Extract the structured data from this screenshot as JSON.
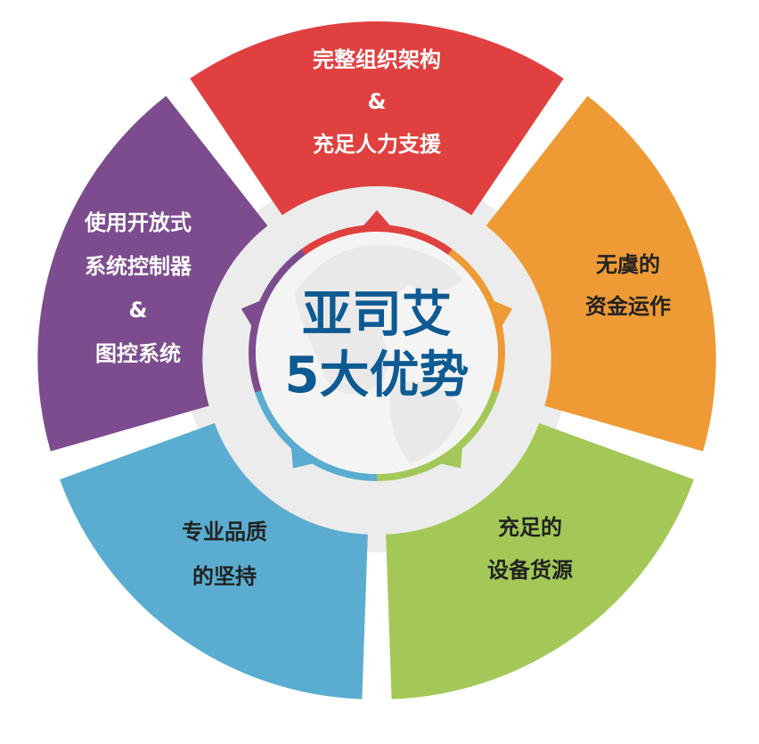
{
  "center": {
    "line1": "亚司艾",
    "line2": "5大优势"
  },
  "segments": [
    {
      "id": "red",
      "color": "#e0403f",
      "lines": [
        "完整组织架构",
        "&",
        "充足人力支援"
      ]
    },
    {
      "id": "orange",
      "color": "#ee9a35",
      "lines": [
        "无虞的",
        "资金运作"
      ]
    },
    {
      "id": "green",
      "color": "#a3c857",
      "lines": [
        "充足的",
        "设备货源"
      ]
    },
    {
      "id": "blue",
      "color": "#5aadd0",
      "lines": [
        "专业品质",
        "的坚持"
      ]
    },
    {
      "id": "purple",
      "color": "#7c4c8f",
      "lines": [
        "使用开放式",
        "系统控制器",
        "&",
        "图控系统"
      ]
    }
  ]
}
